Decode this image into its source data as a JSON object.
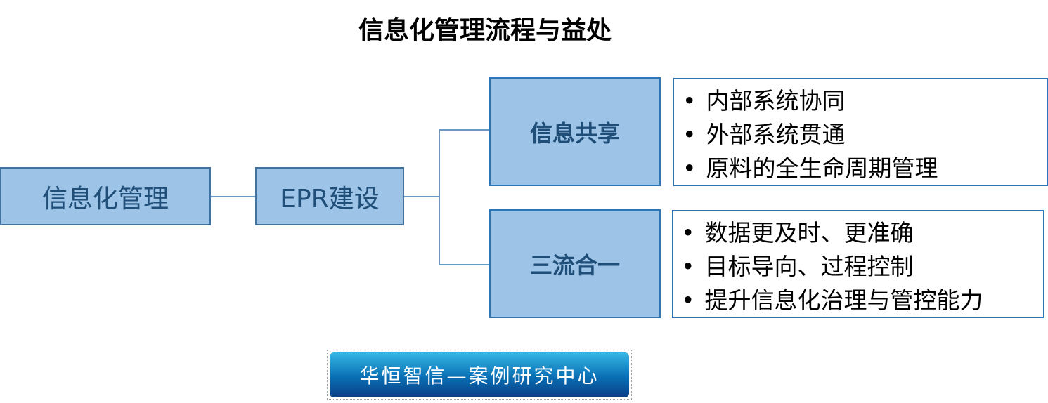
{
  "title": "信息化管理流程与益处",
  "nodes": {
    "root": "信息化管理",
    "erp": "EPR建设",
    "share": "信息共享",
    "merge": "三流合一"
  },
  "share_benefits": [
    "内部系统协同",
    "外部系统贯通",
    "原料的全生命周期管理"
  ],
  "merge_benefits": [
    "数据更及时、更准确",
    "目标导向、过程控制",
    "提升信息化治理与管控能力"
  ],
  "footer": "华恒智信—案例研究中心"
}
